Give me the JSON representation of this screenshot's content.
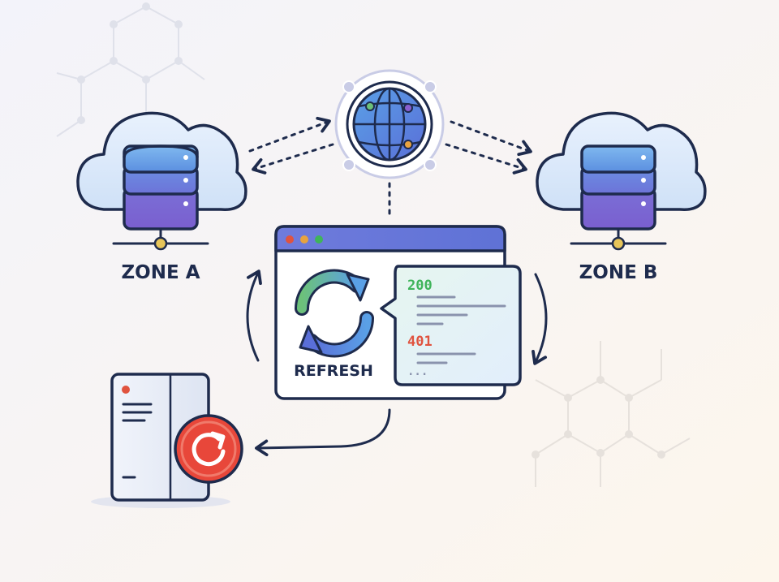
{
  "zones": {
    "a": {
      "label": "ZONE A"
    },
    "b": {
      "label": "ZONE B"
    }
  },
  "browser": {
    "action_label": "REFRESH",
    "responses": [
      {
        "status": "200",
        "color": "#3fb45a"
      },
      {
        "status": "401",
        "color": "#e0533f"
      }
    ],
    "ellipsis": "..."
  },
  "colors": {
    "ink": "#1e2b4d",
    "accent_purple": "#6b6fd6",
    "accent_blue": "#5aa0e6",
    "accent_green": "#6cc17a",
    "alert_red": "#e0533f",
    "success_green": "#3fb45a",
    "panel_blue": "#e4f1ff",
    "panel_mint": "#e6f6ef"
  },
  "icons": {
    "center": "globe-icon",
    "zones": "database-icon",
    "cloud": "cloud-icon",
    "refresh": "sync-icon",
    "server": "server-icon",
    "restart": "restart-icon"
  }
}
